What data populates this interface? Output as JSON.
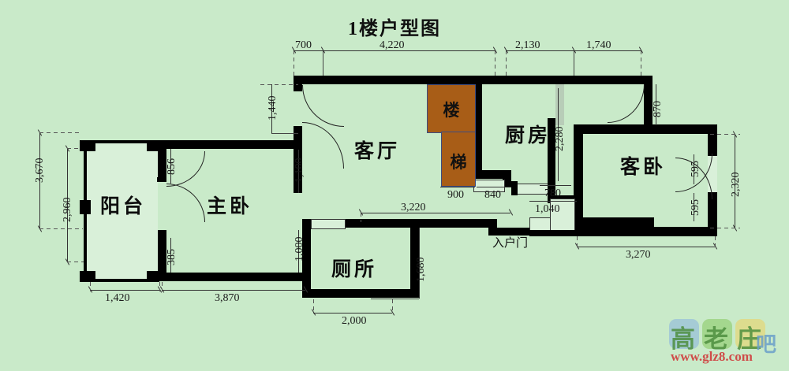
{
  "title": "1楼户型图",
  "colors": {
    "background": "#c9eac9",
    "wall": "#000000",
    "stair_fill": "#a85d17",
    "stair_border": "#3c4c82",
    "room_fill": "#d9f0d9",
    "dimension_line": "#333333",
    "watermark_text": "#d03c3c"
  },
  "rooms": [
    {
      "id": "balcony",
      "label": "阳台"
    },
    {
      "id": "master-bed",
      "label": "主卧"
    },
    {
      "id": "living-room",
      "label": "客厅"
    },
    {
      "id": "kitchen",
      "label": "厨房"
    },
    {
      "id": "guest-bed",
      "label": "客卧"
    },
    {
      "id": "toilet",
      "label": "厕所"
    }
  ],
  "stair": {
    "label_top": "楼",
    "label_bottom": "梯"
  },
  "entry_door": {
    "label": "入户门"
  },
  "dimensions": {
    "top": [
      {
        "id": "top-700",
        "value": "700"
      },
      {
        "id": "top-4220",
        "value": "4,220"
      },
      {
        "id": "top-2130",
        "value": "2,130"
      },
      {
        "id": "top-1740",
        "value": "1,740"
      }
    ],
    "left": [
      {
        "id": "left-3670",
        "value": "3,670"
      },
      {
        "id": "left-2960",
        "value": "2,960"
      }
    ],
    "bottom": [
      {
        "id": "bot-1420",
        "value": "1,420"
      },
      {
        "id": "bot-3870",
        "value": "3,870"
      },
      {
        "id": "bot-2000",
        "value": "2,000"
      },
      {
        "id": "bot-3270",
        "value": "3,270"
      }
    ],
    "right": [
      {
        "id": "right-870",
        "value": "870"
      },
      {
        "id": "right-2320",
        "value": "2,320"
      }
    ],
    "interior": [
      {
        "id": "int-1440",
        "value": "1,440"
      },
      {
        "id": "int-1100",
        "value": "1,100"
      },
      {
        "id": "int-1000",
        "value": "1,000"
      },
      {
        "id": "int-856",
        "value": "856"
      },
      {
        "id": "int-385",
        "value": "385"
      },
      {
        "id": "int-900",
        "value": "900"
      },
      {
        "id": "int-840",
        "value": "840"
      },
      {
        "id": "int-780",
        "value": "780"
      },
      {
        "id": "int-1040",
        "value": "1,040"
      },
      {
        "id": "int-2280",
        "value": "2,280"
      },
      {
        "id": "int-595a",
        "value": "595"
      },
      {
        "id": "int-595b",
        "value": "595"
      },
      {
        "id": "int-3220",
        "value": "3,220"
      },
      {
        "id": "int-1680",
        "value": "1,680"
      }
    ]
  },
  "watermark": {
    "glyph1": "高",
    "glyph2": "老",
    "glyph3": "庄",
    "glyph4": "吧",
    "url": "www.glz8.com",
    "sq1": "#8fb8dd",
    "sq2": "#8ecb6b",
    "sq3": "#ead36a"
  }
}
